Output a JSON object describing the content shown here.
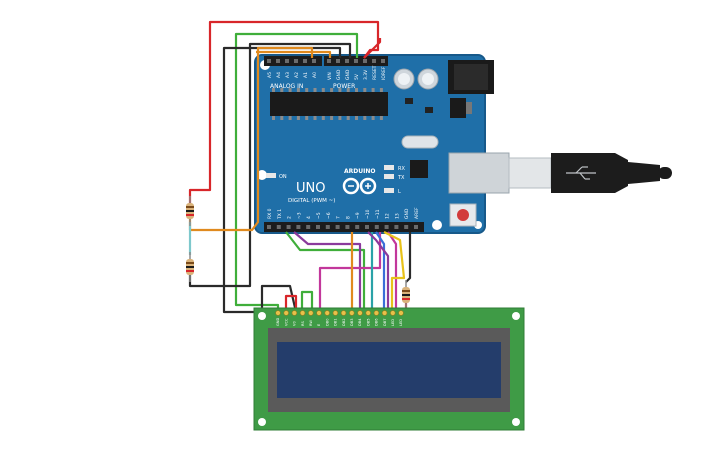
{
  "arduino": {
    "brand": "ARDUINO",
    "model": "UNO",
    "analog_header_label": "ANALOG IN",
    "power_header_label": "POWER",
    "digital_header_label": "DIGITAL (PWM ~)",
    "on_label": "ON",
    "tx_label": "TX",
    "rx_label": "RX",
    "l_label": "L",
    "analog_pins": [
      "A5",
      "A4",
      "A3",
      "A2",
      "A1",
      "A0"
    ],
    "power_pins": [
      "VIN",
      "GND",
      "GND",
      "5V",
      "3.3V",
      "RESET",
      "IOREF"
    ],
    "digital_pins": [
      "RX 0",
      "TX 1",
      "2",
      "~3",
      "4",
      "~5",
      "~6",
      "7",
      "8",
      "~9",
      "~10",
      "~11",
      "12",
      "13",
      "GND",
      "AREF"
    ]
  },
  "lcd": {
    "pins": [
      "GND",
      "VCC",
      "V0",
      "RS",
      "RW",
      "E",
      "DB0",
      "DB1",
      "DB2",
      "DB3",
      "DB4",
      "DB5",
      "DB6",
      "DB7",
      "LED",
      "LED"
    ]
  },
  "colors": {
    "board": "#1f6fa8",
    "board_edge": "#17598a",
    "lcd_pcb": "#3f9b46",
    "lcd_screen": "#243d6b",
    "wire_red": "#d8262a",
    "wire_green": "#3fae3a",
    "wire_orange": "#e08a1e",
    "wire_black": "#2a2a2a",
    "wire_yellow": "#e8c21a",
    "wire_purple": "#8a3a9c",
    "wire_magenta": "#c2379b",
    "wire_teal": "#2aa2a8",
    "wire_blue": "#3a6fd8"
  },
  "icons": [
    "arduino-infinity-logo",
    "usb-plug-icon",
    "reset-button"
  ]
}
